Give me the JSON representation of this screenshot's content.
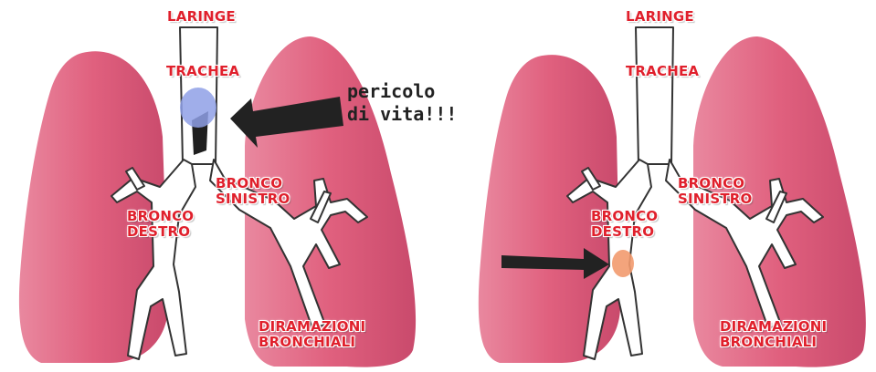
{
  "colors": {
    "lung": "#e0607e",
    "lung_edge": "#c94065",
    "airway": "#ffffff",
    "label": "#e0202c",
    "arrow": "#222222",
    "blockage_trachea": "#8fa0e6",
    "blockage_bronchus": "#f29a6e"
  },
  "left_panel": {
    "laringe": "LARINGE",
    "trachea": "TRACHEA",
    "bronco_sinistro": [
      "BRONCO",
      "SINISTRO"
    ],
    "bronco_destro": [
      "BRONCO",
      "DESTRO"
    ],
    "diramazioni": [
      "DIRAMAZIONI",
      "BRONCHIALI"
    ],
    "warning": [
      "pericolo",
      "di vita!!!"
    ],
    "icons": [
      "blockage-marker",
      "arrow-left"
    ]
  },
  "right_panel": {
    "laringe": "LARINGE",
    "trachea": "TRACHEA",
    "bronco_sinistro": [
      "BRONCO",
      "SINISTRO"
    ],
    "bronco_destro": [
      "BRONCO",
      "DESTRO"
    ],
    "diramazioni": [
      "DIRAMAZIONI",
      "BRONCHIALI"
    ],
    "icons": [
      "blockage-marker",
      "arrow-right"
    ]
  }
}
